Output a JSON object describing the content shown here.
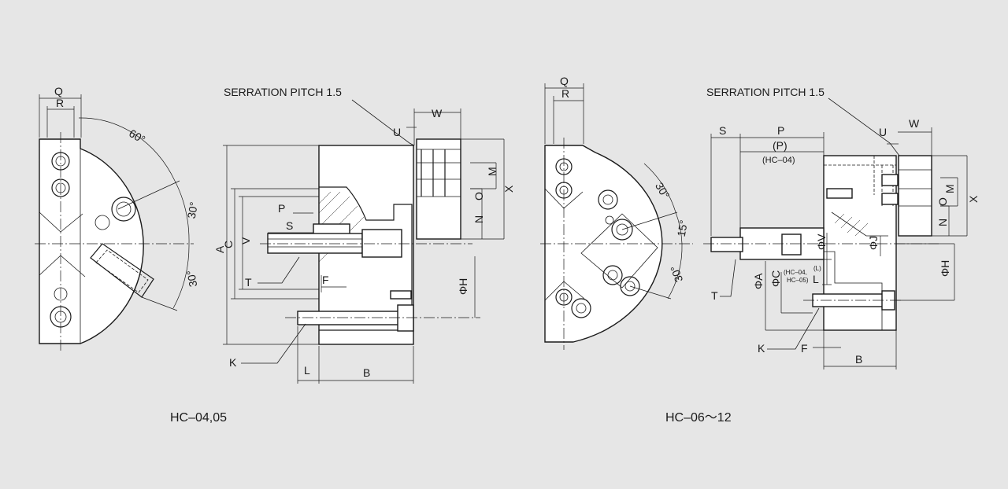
{
  "captions": {
    "left": "HC–04,05",
    "right": "HC–06〜12"
  },
  "notes": {
    "serration_left": "SERRATION PITCH 1.5",
    "serration_right": "SERRATION PITCH 1.5",
    "hc_04_small": "(HC–04)",
    "hc_04_05_a": "(HC–04,",
    "hc_04_05_b": "HC–05)",
    "l_paren": "(L)"
  },
  "angles": {
    "a60": "60°",
    "a30_top": "30°",
    "a30_bottom": "30°",
    "r30_top": "30°",
    "r15": "15°",
    "r30_bottom": "30°"
  },
  "labels": {
    "Q": "Q",
    "R": "R",
    "W": "W",
    "U": "U",
    "M": "M",
    "O": "O",
    "N": "N",
    "X": "X",
    "A": "A",
    "C": "C",
    "V": "V",
    "P": "P",
    "S": "S",
    "T": "T",
    "F": "F",
    "K": "K",
    "L": "L",
    "B": "B",
    "H": "ΦH",
    "P_paren": "(P)",
    "phiV": "ΦV",
    "phiJ": "ΦJ",
    "phiA": "ΦA",
    "phiC": "ΦC"
  }
}
